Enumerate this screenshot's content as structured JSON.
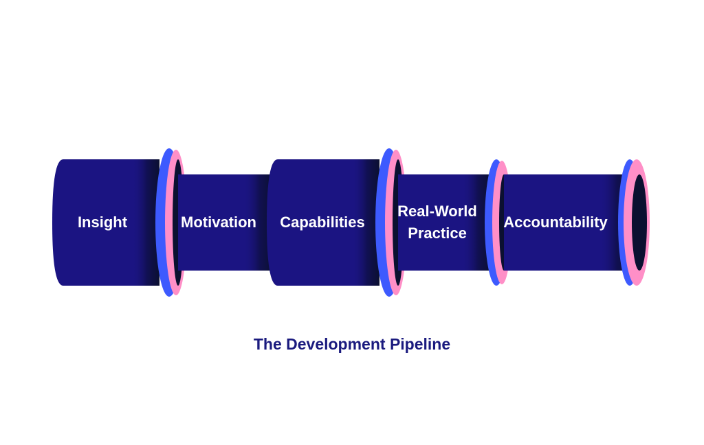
{
  "diagram": {
    "caption": "The Development Pipeline",
    "stages": [
      {
        "label": "Insight"
      },
      {
        "label": "Motivation"
      },
      {
        "label": "Capabilities"
      },
      {
        "label": "Real-World",
        "label2": "Practice"
      },
      {
        "label": "Accountability"
      }
    ]
  },
  "colors": {
    "pipe_body": "#1b1482",
    "pipe_shadow": "#0b1030",
    "ring_blue": "#3d5afe",
    "ring_pink": "#ff8fc7",
    "caption": "#1a1a7e",
    "label": "#ffffff"
  }
}
